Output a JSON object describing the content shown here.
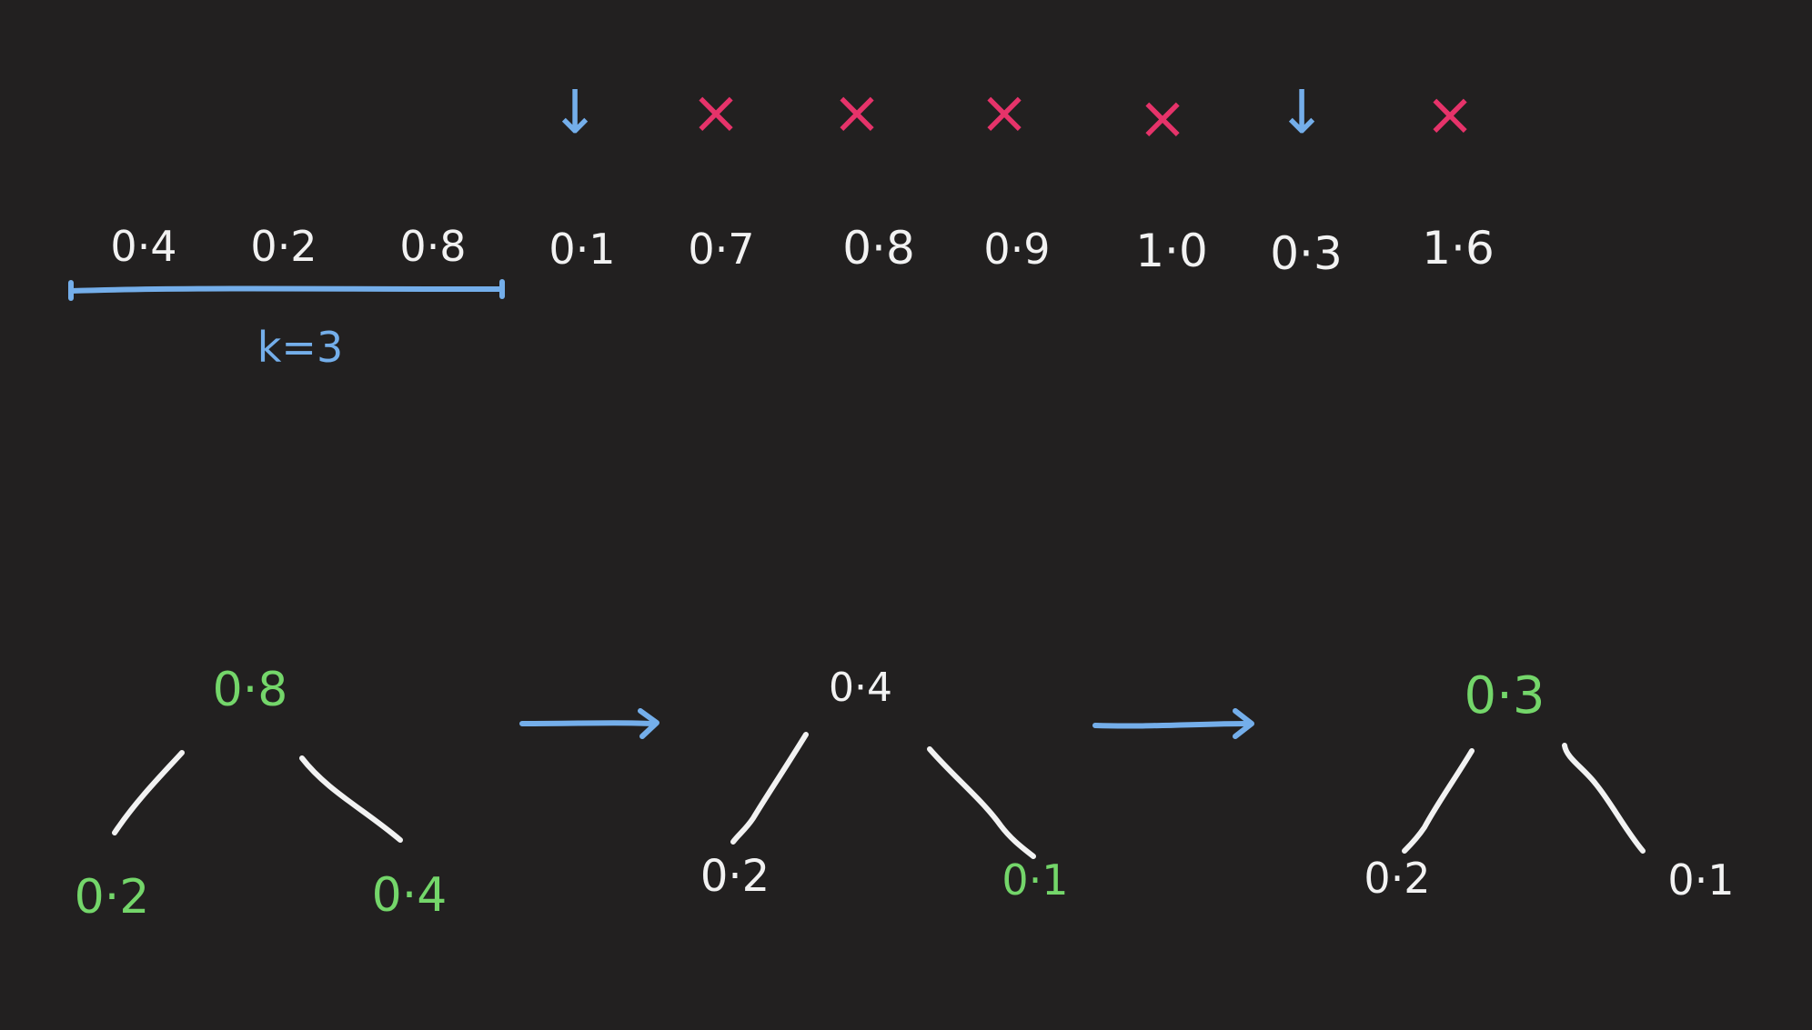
{
  "colors": {
    "background": "#222020",
    "text": "#f2f2f2",
    "accent_blue": "#74aeea",
    "reject_red": "#e6336a",
    "heap_green": "#74d66a"
  },
  "array": {
    "values": [
      "0·4",
      "0·2",
      "0·8",
      "0·1",
      "0·7",
      "0·8",
      "0·9",
      "1·0",
      "0·3",
      "1·6"
    ],
    "window_label": "k=3",
    "marks": [
      {
        "index": 3,
        "symbol": "↓",
        "kind": "accept"
      },
      {
        "index": 4,
        "symbol": "×",
        "kind": "reject"
      },
      {
        "index": 5,
        "symbol": "×",
        "kind": "reject"
      },
      {
        "index": 6,
        "symbol": "×",
        "kind": "reject"
      },
      {
        "index": 7,
        "symbol": "×",
        "kind": "reject"
      },
      {
        "index": 8,
        "symbol": "↓",
        "kind": "accept"
      },
      {
        "index": 9,
        "symbol": "×",
        "kind": "reject"
      }
    ]
  },
  "heaps": [
    {
      "root": "0·8",
      "root_color": "green",
      "left": "0·2",
      "left_color": "green",
      "right": "0·4",
      "right_color": "green"
    },
    {
      "root": "0·4",
      "root_color": "white",
      "left": "0·2",
      "left_color": "white",
      "right": "0·1",
      "right_color": "green"
    },
    {
      "root": "0·3",
      "root_color": "green",
      "left": "0·2",
      "left_color": "white",
      "right": "0·1",
      "right_color": "white"
    }
  ]
}
